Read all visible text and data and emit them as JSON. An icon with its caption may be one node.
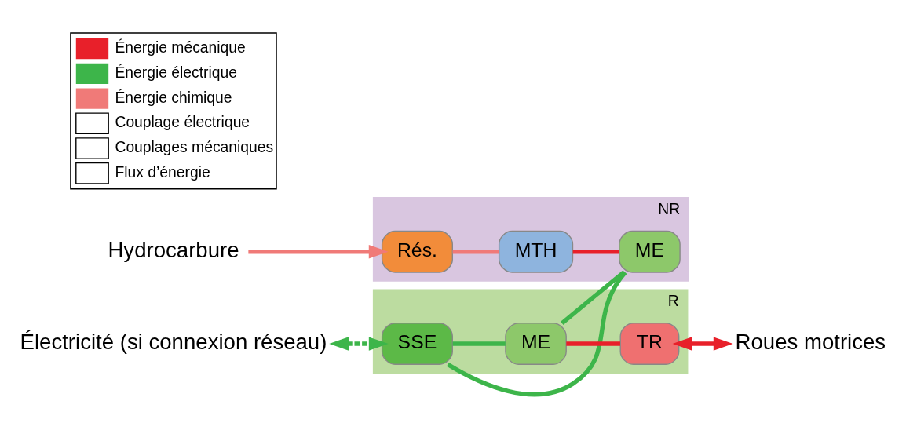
{
  "diagram": {
    "nodes": [
      {
        "text": [
          "R"
        ]
      },
      {
        "text": [
          "SSE"
        ],
        "in": 0
      },
      {
        "text": [
          "ME"
        ],
        "in": 0
      },
      {
        "text": [
          "TR"
        ],
        "in": 0
      },
      {
        "text": [
          "NR"
        ]
      },
      {
        "text": [
          "Rés."
        ],
        "in": 4
      },
      {
        "text": [
          "MTH"
        ],
        "in": 4
      },
      {
        "text": [
          "ME"
        ],
        "in": 4
      },
      {
        "text": [
          "Électricité (si connexion réseau)"
        ]
      },
      {
        "text": [
          "Roues motrices"
        ]
      },
      {
        "text": [
          "Hydrocarbure"
        ]
      }
    ],
    "edges": [
      {
        "from": 8,
        "to": 1,
        "arrow": "both",
        "style": "dashed",
        "color": "#3db54a"
      },
      {
        "from": 1,
        "to": 2,
        "arrow": "none",
        "color": "#3db54a"
      },
      {
        "from": 2,
        "to": 3,
        "arrow": "none",
        "color": "#e8202a"
      },
      {
        "from": 3,
        "to": 9,
        "arrow": "both",
        "color": "#e8202a"
      },
      {
        "from": 10,
        "to": 5,
        "arrow": "to",
        "color": "#f07a78"
      },
      {
        "from": 5,
        "to": 6,
        "arrow": "none",
        "color": "#f07a78"
      },
      {
        "from": 6,
        "to": 7,
        "arrow": "none",
        "color": "#e8202a"
      },
      {
        "from": 7,
        "to": 1,
        "arrow": "none",
        "color": "#3db54a"
      },
      {
        "from": 7,
        "to": 2,
        "arrow": "none",
        "color": "#3db54a"
      }
    ],
    "legend": [
      {
        "text": "Énergie mécanique",
        "color": "#e8202a"
      },
      {
        "text": "Énergie électrique",
        "color": "#3db54a"
      },
      {
        "text": "Énergie chimique",
        "color": "#f07a78"
      },
      {
        "text": "Couplage électrique"
      },
      {
        "text": "Couplages mécaniques"
      },
      {
        "text": "Flux d’énergie"
      }
    ]
  }
}
